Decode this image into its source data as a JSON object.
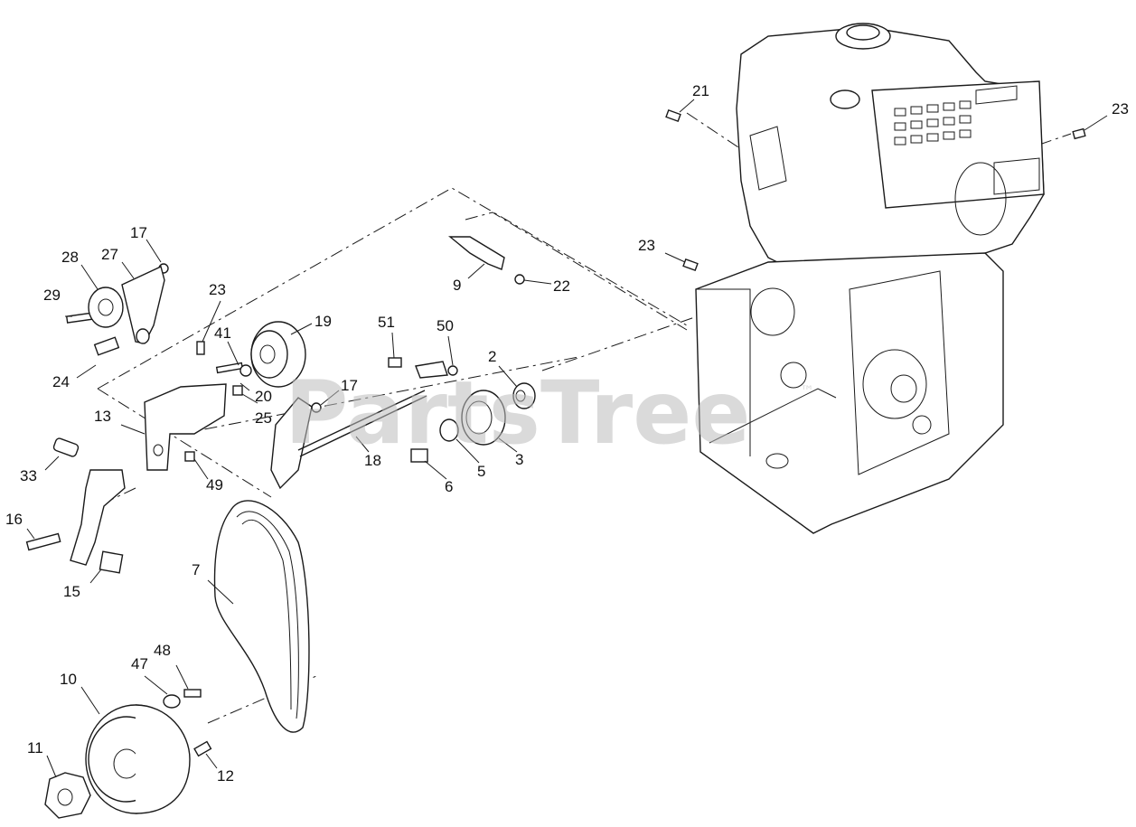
{
  "watermark": "PartsTree",
  "watermark_tm": "™",
  "callouts": [
    {
      "id": "c21",
      "label": "21"
    },
    {
      "id": "c23a",
      "label": "23"
    },
    {
      "id": "c23b",
      "label": "23"
    },
    {
      "id": "c23c",
      "label": "23"
    },
    {
      "id": "c17a",
      "label": "17"
    },
    {
      "id": "c28",
      "label": "28"
    },
    {
      "id": "c27",
      "label": "27"
    },
    {
      "id": "c29",
      "label": "29"
    },
    {
      "id": "c24",
      "label": "24"
    },
    {
      "id": "c41",
      "label": "41"
    },
    {
      "id": "c19",
      "label": "19"
    },
    {
      "id": "c20",
      "label": "20"
    },
    {
      "id": "c25",
      "label": "25"
    },
    {
      "id": "c13",
      "label": "13"
    },
    {
      "id": "c9",
      "label": "9"
    },
    {
      "id": "c22",
      "label": "22"
    },
    {
      "id": "c51",
      "label": "51"
    },
    {
      "id": "c50",
      "label": "50"
    },
    {
      "id": "c2",
      "label": "2"
    },
    {
      "id": "c17b",
      "label": "17"
    },
    {
      "id": "c18",
      "label": "18"
    },
    {
      "id": "c3",
      "label": "3"
    },
    {
      "id": "c5",
      "label": "5"
    },
    {
      "id": "c6",
      "label": "6"
    },
    {
      "id": "c49",
      "label": "49"
    },
    {
      "id": "c33",
      "label": "33"
    },
    {
      "id": "c16",
      "label": "16"
    },
    {
      "id": "c15",
      "label": "15"
    },
    {
      "id": "c7",
      "label": "7"
    },
    {
      "id": "c47",
      "label": "47"
    },
    {
      "id": "c48",
      "label": "48"
    },
    {
      "id": "c10",
      "label": "10"
    },
    {
      "id": "c11",
      "label": "11"
    },
    {
      "id": "c12",
      "label": "12"
    }
  ]
}
